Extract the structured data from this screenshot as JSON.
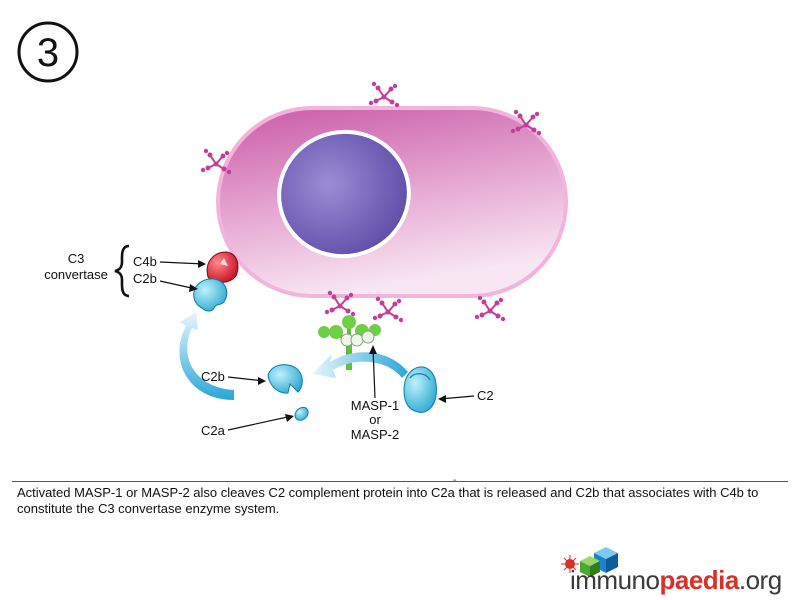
{
  "step_number": "3",
  "labels": {
    "c3": "C3",
    "convertase": "convertase",
    "c4b": "C4b",
    "c2b_top": "C2b",
    "c2b_mid": "C2b",
    "c2a": "C2a",
    "c2": "C2",
    "masp1": "MASP-1",
    "or": "or",
    "masp2": "MASP-2"
  },
  "caption_mark": "-",
  "caption": "Activated MASP-1 or MASP-2 also cleaves C2 complement protein into C2a that is released and C2b that associates with C4b to constitute the C3 convertase enzyme system.",
  "logo": {
    "part1": "immuno",
    "part2": "paedia",
    "part3": ".org"
  },
  "colors": {
    "cell": "#dc84c0",
    "nucleus": "#7766bb",
    "c4b": "#e02030",
    "c2": "#46c3e0",
    "glycan": "#c23e9a",
    "mbl": "#5fbf3c",
    "accent_red": "#c4291f"
  }
}
